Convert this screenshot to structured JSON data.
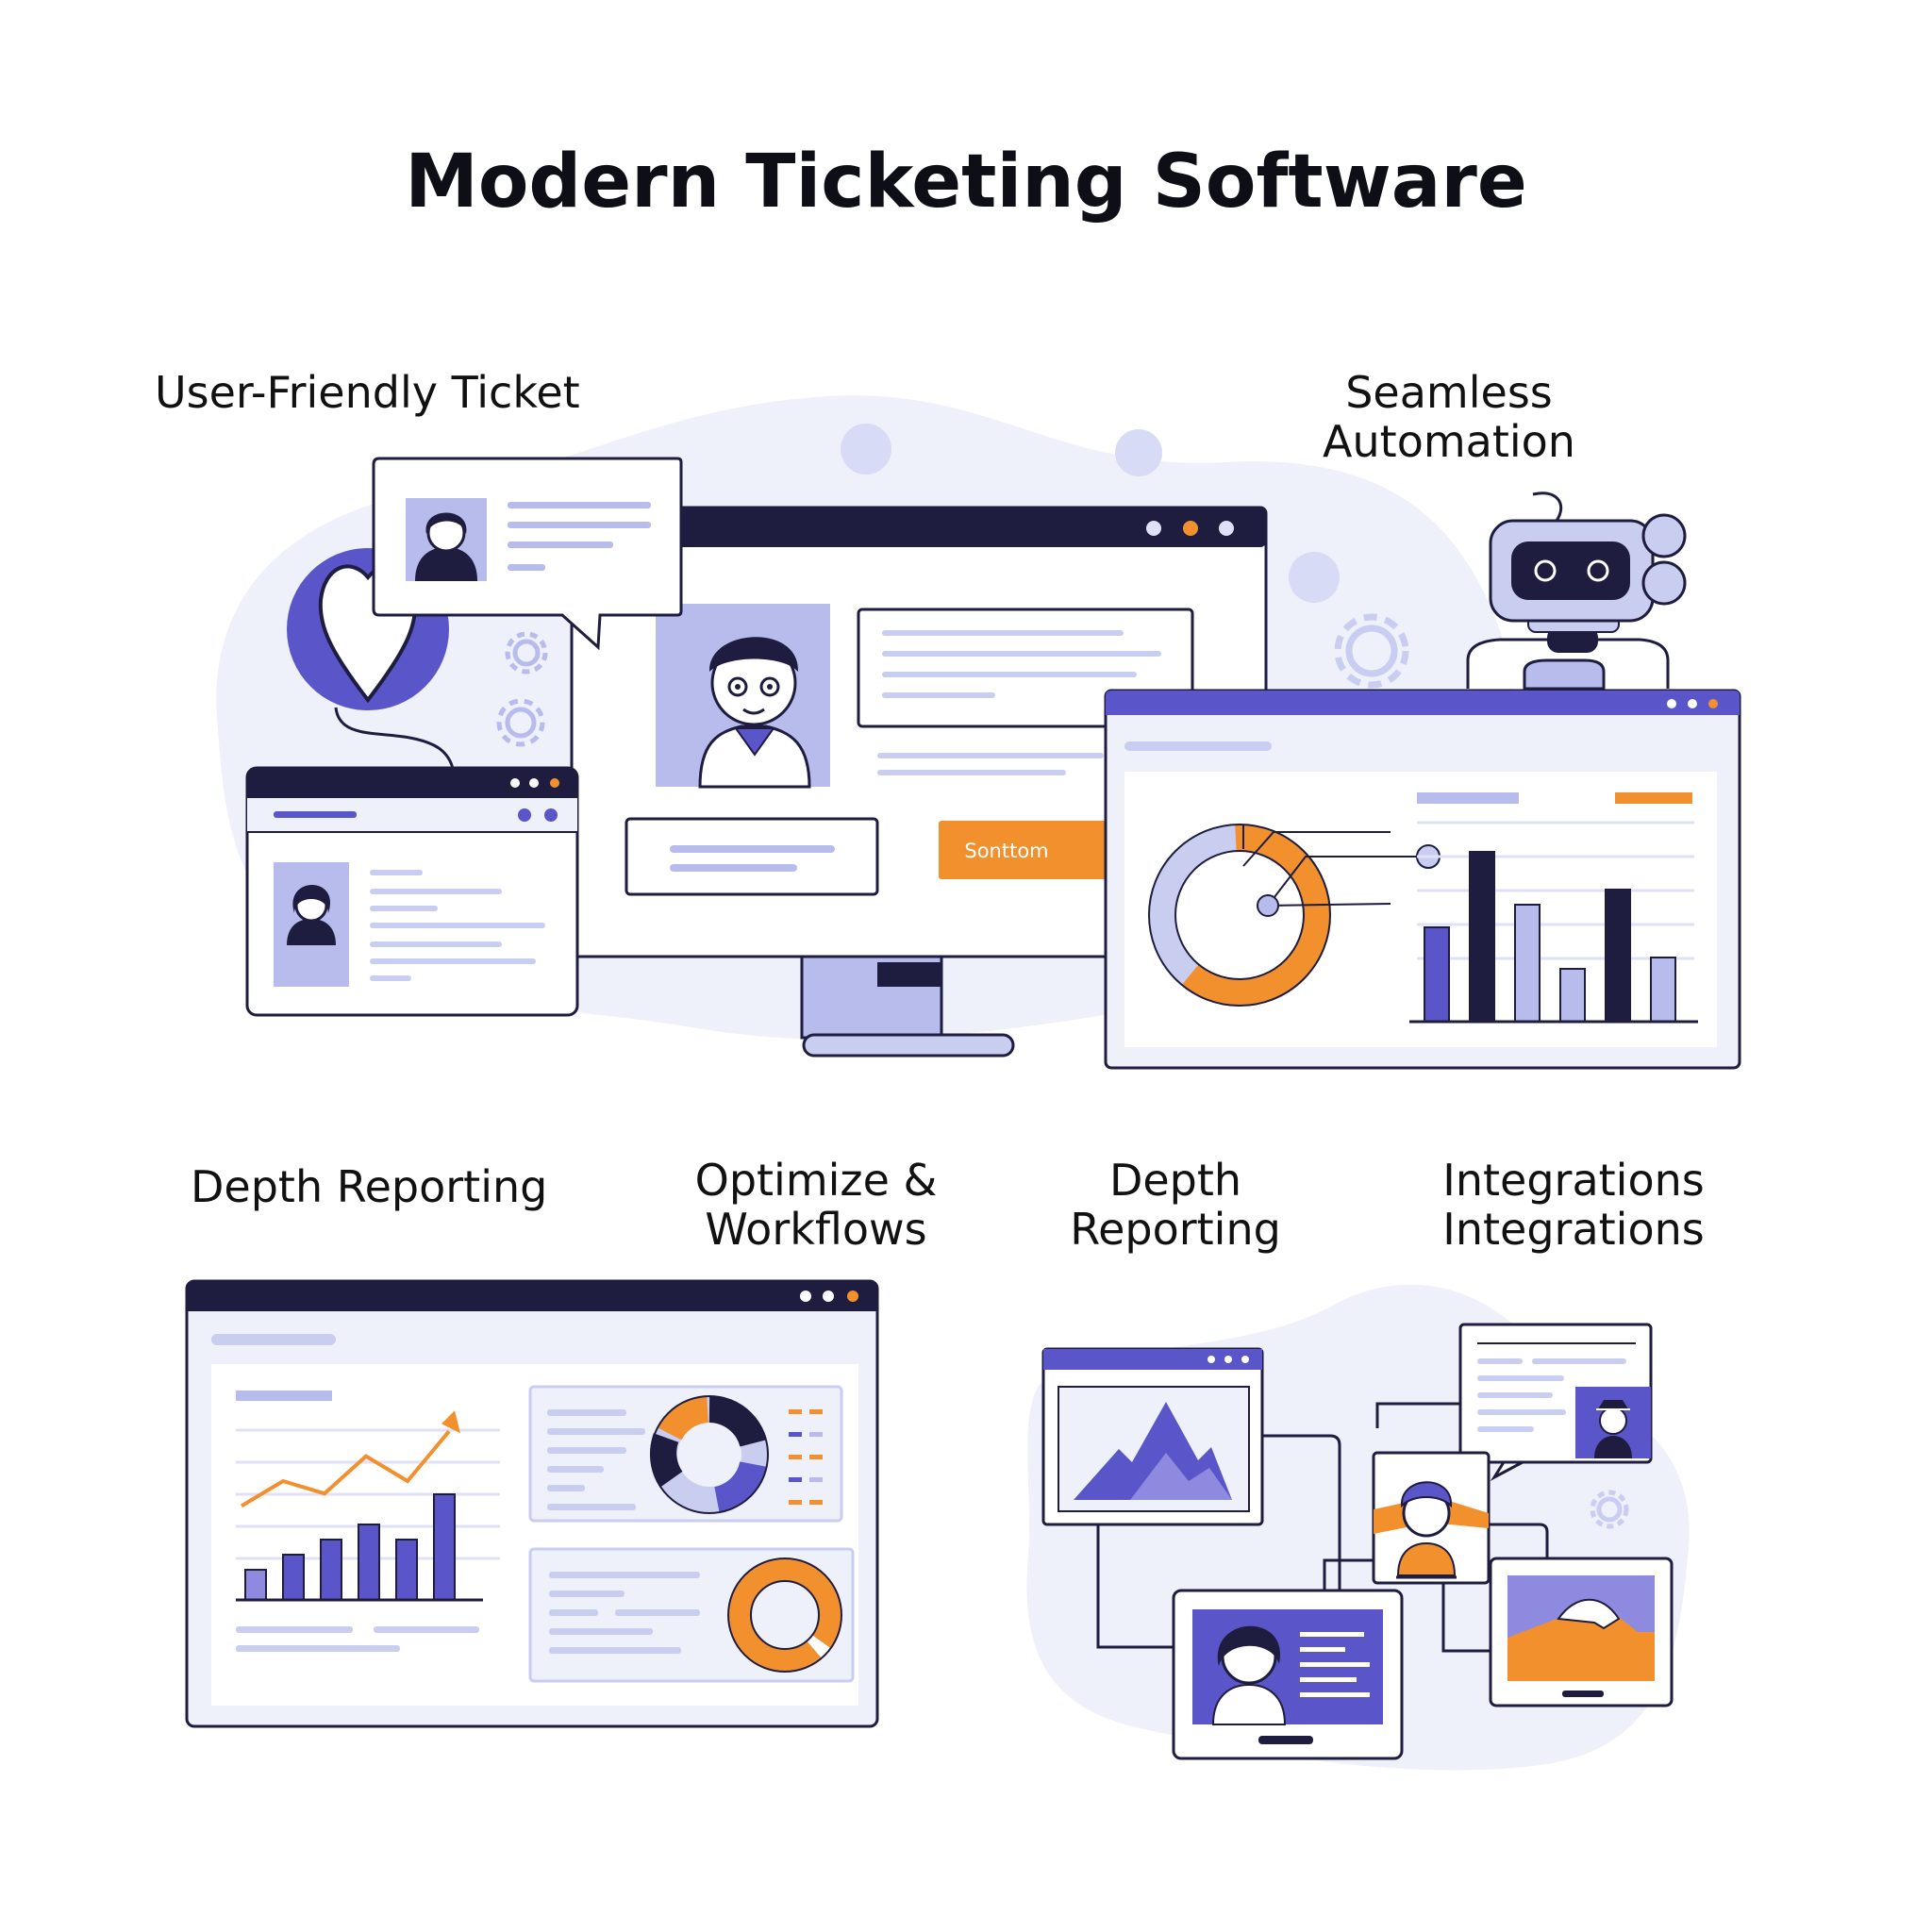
{
  "title": "Modern Ticketing Software",
  "labels": {
    "user_friendly": "User-Friendly Ticket",
    "seamless_line1": "Seamless",
    "seamless_line2": "Automation",
    "depth_left": "Depth Reporting",
    "optimize_line1": "Optimize &",
    "optimize_line2": "Workflows",
    "depth_right_line1": "Depth",
    "depth_right_line2": "Reporting",
    "integrations_line1": "Integrations",
    "integrations_line2": "Integrations"
  },
  "monitor": {
    "button_label": "Sonttom"
  },
  "colors": {
    "navy": "#1e1d3f",
    "indigo": "#5a55c8",
    "lavender": "#b7bcec",
    "blob": "#eef0fa",
    "orange": "#f2902e",
    "line": "#c9cdf0"
  },
  "chart_data": [
    {
      "type": "bar",
      "values": [
        50,
        90,
        62,
        28,
        70,
        34
      ]
    },
    {
      "type": "bar",
      "values": [
        2,
        3,
        4,
        5,
        4,
        7
      ],
      "line_values": [
        3,
        5,
        4,
        7,
        5,
        9
      ]
    },
    {
      "type": "pie",
      "values": [
        38,
        62
      ]
    }
  ]
}
